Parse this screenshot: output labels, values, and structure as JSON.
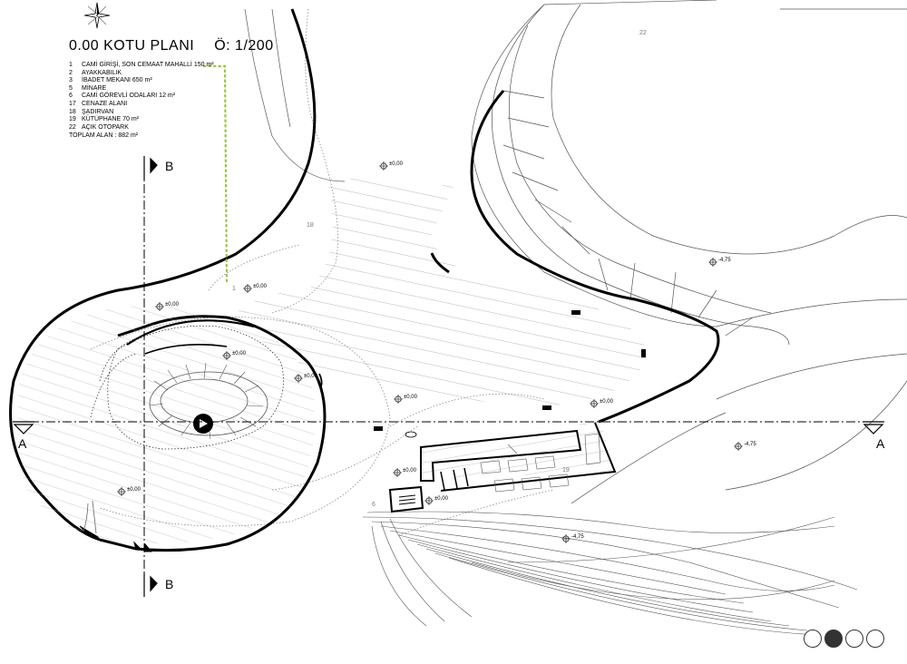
{
  "plan": {
    "title": "0.00 KOTU PLANI",
    "scale": "Ö: 1/200",
    "legend": [
      {
        "num": "1",
        "label": "CAMİ GİRİŞİ, SON CEMAAT MAHALLİ 150 m²"
      },
      {
        "num": "2",
        "label": "AYAKKABILIK"
      },
      {
        "num": "3",
        "label": "İBADET MEKANI 650 m²"
      },
      {
        "num": "5",
        "label": "MİNARE"
      },
      {
        "num": "6",
        "label": "CAMİ GÖREVLİ ODALARI 12 m²"
      },
      {
        "num": "17",
        "label": "CENAZE ALANI"
      },
      {
        "num": "18",
        "label": "ŞADIRVAN"
      },
      {
        "num": "19",
        "label": "KÜTÜPHANE 70 m²"
      },
      {
        "num": "22",
        "label": "AÇIK OTOPARK"
      }
    ],
    "total_area": "TOPLAM ALAN : 882 m²"
  },
  "sections": {
    "b_label": "B",
    "a_label": "A"
  },
  "elevations": {
    "zero": "±0,00",
    "minus": "-4,75"
  },
  "room_numbers": {
    "r1": "1",
    "r6": "6",
    "r18": "18",
    "r19": "19",
    "r22": "22"
  },
  "pager": {
    "count": 4,
    "active_index": 2
  },
  "colors": {
    "line": "#000000",
    "hatch": "#9a9a9a",
    "dotted_leader": "#9bc53d",
    "pager_active": "#333333"
  }
}
